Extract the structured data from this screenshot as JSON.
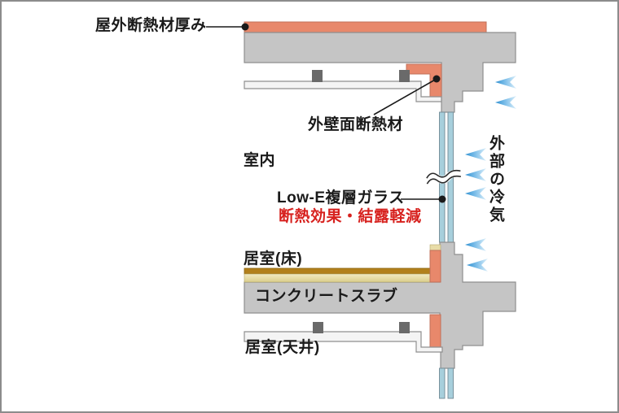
{
  "labels": {
    "roof_insulation": "屋外断熱材厚み",
    "wall_insulation": "外壁面断熱材",
    "indoor": "室内",
    "low_e_glass": "Low-E複層ガラス",
    "low_e_glass_benefit": "断熱効果・結露軽減",
    "room_floor": "居室(床)",
    "concrete_slab": "コンクリートスラブ",
    "room_ceiling": "居室(天井)",
    "outside_cold_air": "外部の冷気"
  },
  "colors": {
    "insulation_salmon": "#E8886B",
    "concrete_gray": "#C5C5C5",
    "concrete_outline": "#8F8F8F",
    "glass_blue": "#A7CFDC",
    "floor_gold": "#B2801C",
    "floor_underlay_beige": "#E9DCA2",
    "ceiling_panel_white": "#F4F4F4",
    "hanger_dark_gray": "#6A6A6A",
    "benefit_text_red": "#D7211E",
    "cold_air_arrow_blue": "#2E8FD0",
    "label_text": "#1A1A1A"
  },
  "icons": {
    "cold_air_arrow": "left-pointing-arrow",
    "glass_break": "wavy-break-symbol",
    "leader_dot": "filled-circle"
  }
}
